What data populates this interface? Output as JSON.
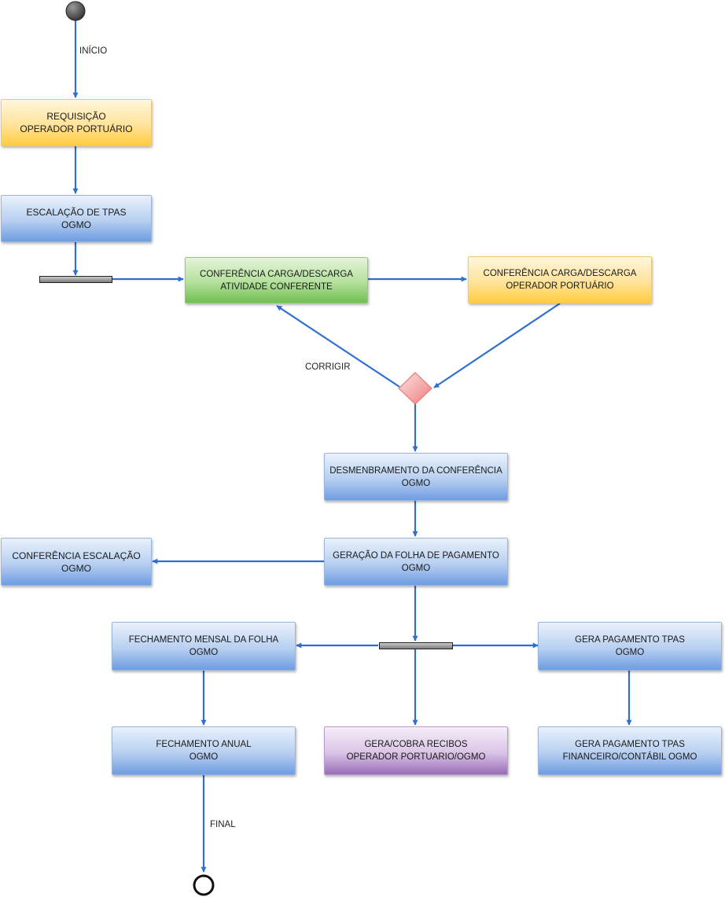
{
  "labels": {
    "inicio": "INÍCIO",
    "corrigir": "CORRIGIR",
    "final": "FINAL"
  },
  "nodes": {
    "requisicao": [
      "REQUISIÇÃO",
      "OPERADOR PORTUÁRIO"
    ],
    "escalacao": [
      "ESCALAÇÃO DE TPAS",
      "OGMO"
    ],
    "conferencia_atividade": [
      "CONFERÊNCIA CARGA/DESCARGA",
      "ATIVIDADE CONFERENTE"
    ],
    "conferencia_operador": [
      "CONFERÊNCIA CARGA/DESCARGA",
      "OPERADOR PORTUÁRIO"
    ],
    "desmembramento": [
      "DESMENBRAMENTO DA CONFERÊNCIA",
      "OGMO"
    ],
    "geracao_folha": [
      "GERAÇÃO DA FOLHA DE PAGAMENTO",
      "OGMO"
    ],
    "conferencia_escalacao": [
      "CONFERÊNCIA ESCALAÇÃO",
      "OGMO"
    ],
    "fechamento_mensal": [
      "FECHAMENTO MENSAL DA FOLHA",
      "OGMO"
    ],
    "gera_pagamento": [
      "GERA PAGAMENTO TPAS",
      "OGMO"
    ],
    "fechamento_anual": [
      "FECHAMENTO ANUAL",
      "OGMO"
    ],
    "gera_cobra_recibos": [
      "GERA/COBRA RECIBOS",
      "OPERADOR PORTUARIO/OGMO"
    ],
    "gera_pagamento_financeiro": [
      "GERA PAGAMENTO TPAS",
      "FINANCEIRO/CONTÁBIL OGMO"
    ]
  },
  "colors": {
    "connector": "#2f6fd0",
    "start_node": "#444444",
    "decision": "#f08a8a"
  }
}
